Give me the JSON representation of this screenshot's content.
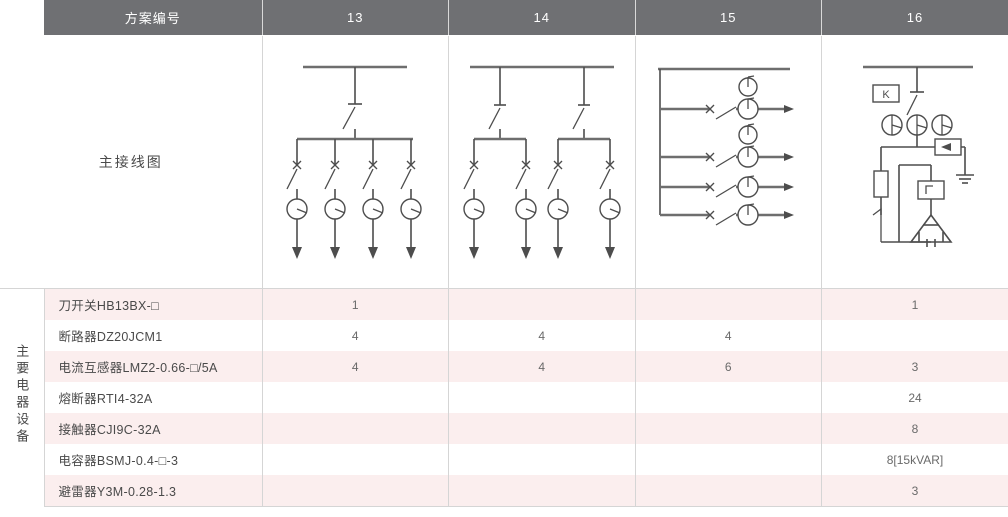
{
  "table": {
    "header": {
      "corner_label": "",
      "row_label_header": "方案编号",
      "columns": [
        "13",
        "14",
        "15",
        "16"
      ]
    },
    "diagram_row": {
      "label": "主接线图",
      "diagrams": [
        {
          "scheme": "13",
          "name": "busbar-four-feeder-diagram"
        },
        {
          "scheme": "14",
          "name": "dual-switch-four-feeder-diagram"
        },
        {
          "scheme": "15",
          "name": "vertical-bus-four-branch-diagram"
        },
        {
          "scheme": "16",
          "name": "capacitor-bank-compensation-diagram"
        }
      ]
    },
    "group_label": "主要电器设备",
    "rows": [
      {
        "label": "刀开关HB13BX-□",
        "values": [
          "1",
          "",
          "",
          "1"
        ]
      },
      {
        "label": "断路器DZ20JCM1",
        "values": [
          "4",
          "4",
          "4",
          ""
        ]
      },
      {
        "label": "电流互感器LMZ2-0.66-□/5A",
        "values": [
          "4",
          "4",
          "6",
          "3"
        ]
      },
      {
        "label": "熔断器RTI4-32A",
        "values": [
          "",
          "",
          "",
          "24"
        ]
      },
      {
        "label": "接触器CJI9C-32A",
        "values": [
          "",
          "",
          "",
          "8"
        ]
      },
      {
        "label": "电容器BSMJ-0.4-□-3",
        "values": [
          "",
          "",
          "",
          "8[15kVAR]"
        ]
      },
      {
        "label": "避雷器Y3M-0.28-1.3",
        "values": [
          "",
          "",
          "",
          "3"
        ]
      }
    ]
  },
  "diagram_annotations": {
    "scheme16_relay_box": "K"
  },
  "colors": {
    "header_bg": "#6f7073",
    "header_text": "#ffffff",
    "stripe_odd": "#fbeeee",
    "stripe_even": "#ffffff",
    "border": "#d5d5d5",
    "text": "#4a4a4a",
    "wire": "#4d4d4d"
  }
}
